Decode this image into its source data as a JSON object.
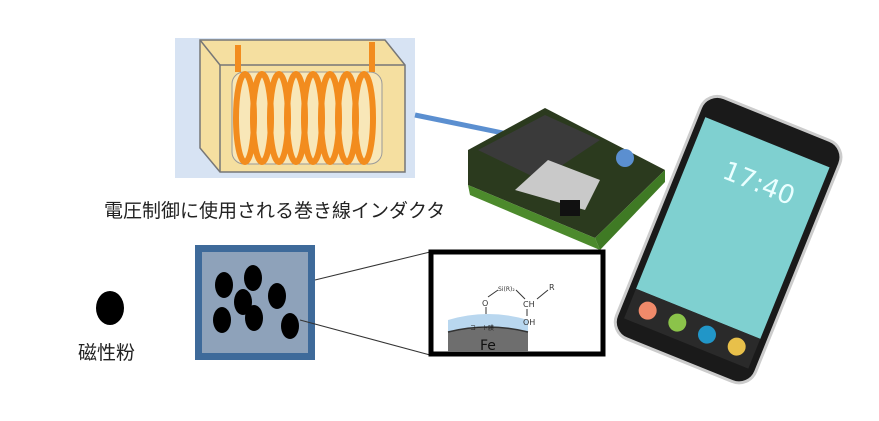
{
  "labels": {
    "inductor_caption": "電圧制御に使用される巻き線インダクタ",
    "magnetic_powder": "磁性粉"
  },
  "chemistry": {
    "si_group": "Si(R)₂",
    "oxygen": "O",
    "ch": "CH",
    "r_group": "R",
    "oh": "OH",
    "coat_film": "コート膜",
    "core": "Fe"
  },
  "phone": {
    "clock": "17:40"
  },
  "colors": {
    "connector_line": "#5b8fd0",
    "coil": "#f28c1e",
    "box_fill": "#f5dfa0",
    "panel_bg": "#d7e3f3",
    "coat": "#b9d7ef",
    "fe": "#6e6e6e",
    "phone_screen": "#7fd0d0"
  }
}
